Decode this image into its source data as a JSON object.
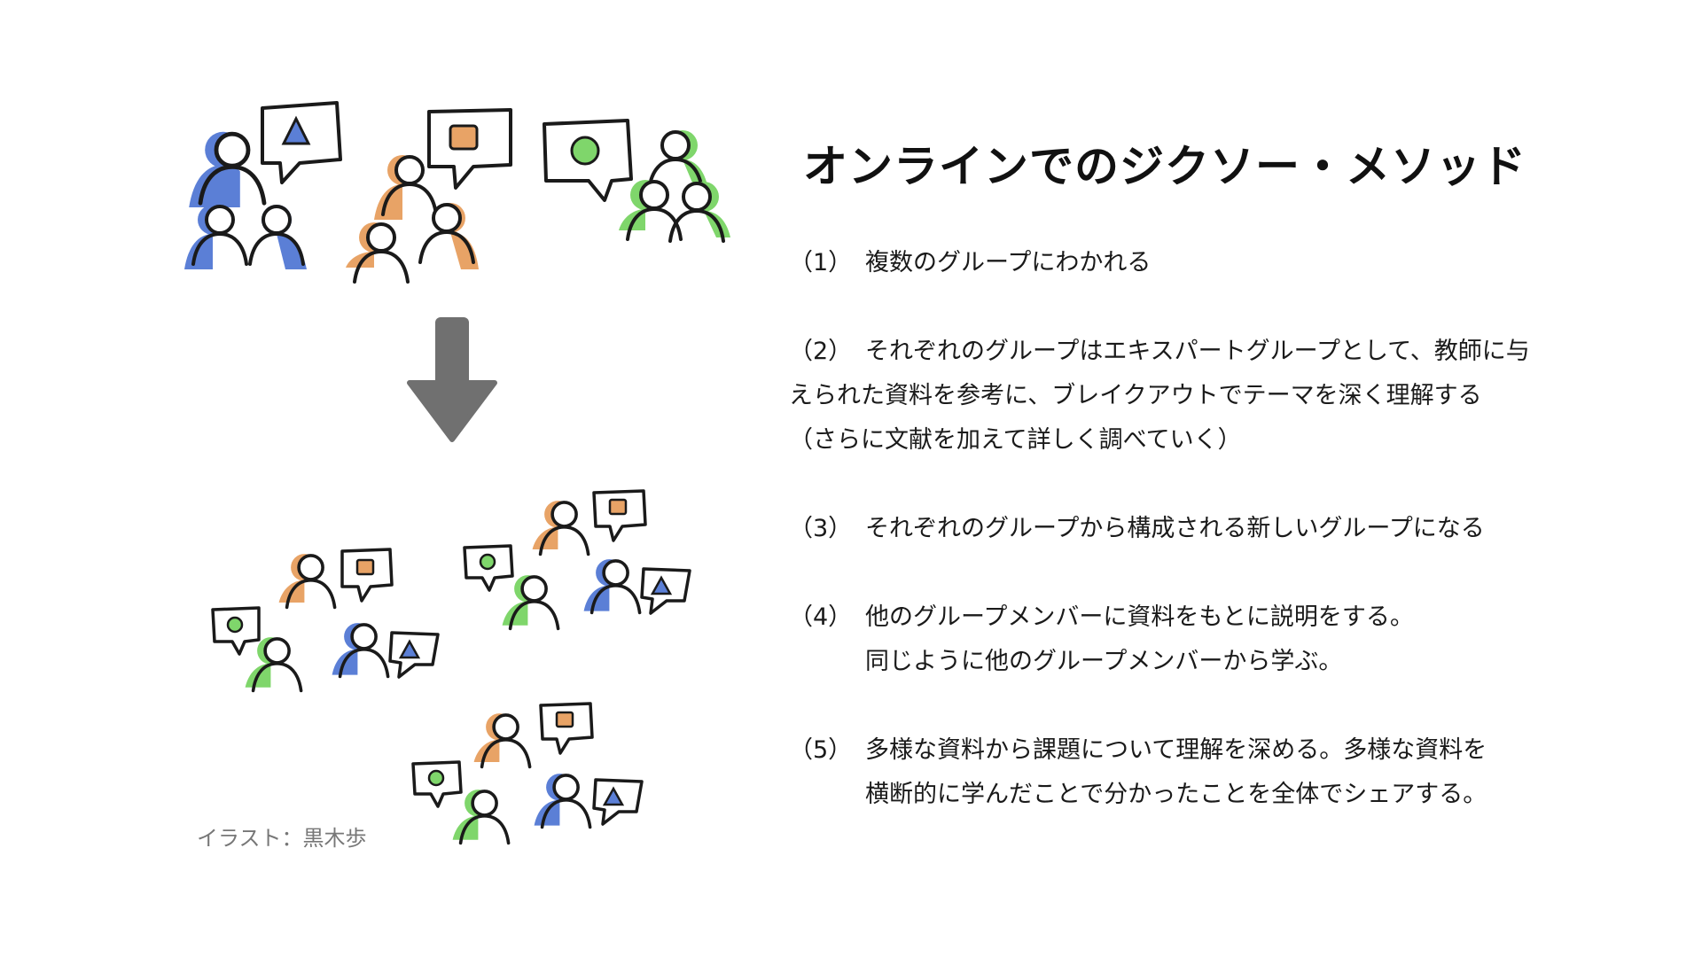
{
  "title": "オンラインでのジクソー・メソッド",
  "credit": "イラスト：黒木歩",
  "steps": [
    {
      "num": "（1）",
      "line1": "複数のグループにわかれる"
    },
    {
      "num": "（2）",
      "line1": "それぞれのグループはエキスパートグループとして、教師に与",
      "line2": "えられた資料を参考に、ブレイクアウトでテーマを深く理解する",
      "line3": "（さらに文献を加えて詳しく調べていく）"
    },
    {
      "num": "（3）",
      "line1": "それぞれのグループから構成される新しいグループになる"
    },
    {
      "num": "（4）",
      "line1": "他のグループメンバーに資料をもとに説明をする。",
      "line2": "同じように他のグループメンバーから学ぶ。"
    },
    {
      "num": "（5）",
      "line1": "多様な資料から課題について理解を深める。多様な資料を",
      "line2": "横断的に学んだことで分かったことを全体でシェアする。"
    }
  ],
  "colors": {
    "blue": "#5b7fd6",
    "orange": "#e8a366",
    "green": "#7fd66b",
    "arrow": "#707070",
    "ink": "#1a1a1a"
  },
  "icons": {
    "group_person": "person-outline-icon",
    "bubble_triangle": "triangle-speech-bubble-icon",
    "bubble_square": "square-speech-bubble-icon",
    "bubble_circle": "circle-speech-bubble-icon",
    "flow_arrow": "down-arrow-icon"
  }
}
